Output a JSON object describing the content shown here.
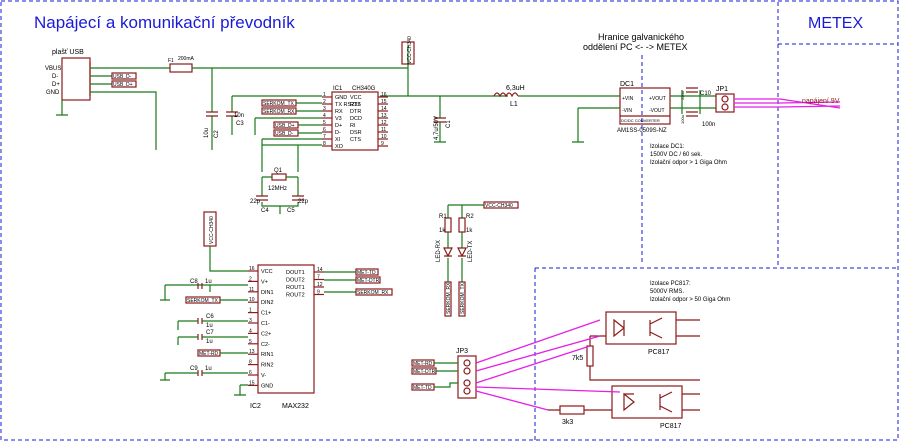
{
  "title": "Napájecí a komunikační převodník",
  "metex": "METEX",
  "boundary": [
    "Hranice galvanického",
    "oddělení PC <- -> METEX"
  ],
  "usb": {
    "label": "plašť USB",
    "pins": [
      "VBUS",
      "D-",
      "D+",
      "GND"
    ],
    "nets": [
      "USB_D-",
      "USB_D+"
    ]
  },
  "fuse": {
    "ref": "F1",
    "value": "200mA"
  },
  "caps": {
    "c2": "10u",
    "c2ref": "C2",
    "c3": "10n",
    "c3ref": "C3",
    "c1": "4,7u/50V",
    "c1ref": "C1",
    "c4": "22p",
    "c4ref": "C4",
    "c5": "22p",
    "c5ref": "C5",
    "c10": "C10",
    "c10v": "100n",
    "c11": "220u",
    "c11b": "100u"
  },
  "ic1": {
    "ref": "IC1",
    "part": "CH340G",
    "vcc_net": "VCC-CH340",
    "left_pins": [
      {
        "n": "1",
        "l": "GND"
      },
      {
        "n": "2",
        "l": "TX RS232"
      },
      {
        "n": "3",
        "l": "RX"
      },
      {
        "n": "4",
        "l": "V3"
      },
      {
        "n": "5",
        "l": "D+"
      },
      {
        "n": "6",
        "l": "D-"
      },
      {
        "n": "7",
        "l": "XI"
      },
      {
        "n": "8",
        "l": "XO"
      }
    ],
    "right_pins": [
      {
        "n": "16",
        "l": "VCC"
      },
      {
        "n": "15",
        "l": "RTS"
      },
      {
        "n": "14",
        "l": "DTR"
      },
      {
        "n": "13",
        "l": "DCD"
      },
      {
        "n": "12",
        "l": "RI"
      },
      {
        "n": "11",
        "l": "DSR"
      },
      {
        "n": "10",
        "l": "CTS"
      },
      {
        "n": "9",
        "l": ""
      }
    ],
    "nets": [
      "SERKOM_TX",
      "SERKOM_RX",
      "USB_D+",
      "USB_D-"
    ]
  },
  "q1": {
    "ref": "Q1",
    "value": "12MHz"
  },
  "l1": {
    "ref": "L1",
    "value": "6,3uH"
  },
  "dc1": {
    "ref": "DC1",
    "pins": [
      "+VIN",
      "+VOUT",
      "-VIN",
      "-VOUT"
    ],
    "desc": "DC/DC CONVERTER",
    "part": "AM1SS-0509S-NZ"
  },
  "jp1": {
    "ref": "JP1",
    "label": "napájení 9V"
  },
  "iso1": [
    "Izolace DC1:",
    "1500V DC / 60 sek.",
    "Izolační odpor > 1 Giga Ohm"
  ],
  "iso2": [
    "Izolace PC817:",
    "5000V RMS.",
    "Izolační odpor > 50 Giga Ohm"
  ],
  "leds": {
    "r1": "R1",
    "r2": "R2",
    "v1": "1k",
    "v2": "1k",
    "led_rx": "LED-RX",
    "led_tx": "LED-TX",
    "net": "VCC-CH340",
    "n1": "SERKOM_RX",
    "n2": "SERKOM_TX"
  },
  "ic2": {
    "ref": "IC2",
    "part": "MAX232",
    "vcc_net": "VCC-CH340",
    "left_pins": [
      {
        "n": "16",
        "l": "VCC"
      },
      {
        "n": "2",
        "l": "V+"
      },
      {
        "n": "11",
        "l": "DIN1"
      },
      {
        "n": "10",
        "l": "DIN2"
      },
      {
        "n": "1",
        "l": "C1+"
      },
      {
        "n": "3",
        "l": "C1-"
      },
      {
        "n": "4",
        "l": "C2+"
      },
      {
        "n": "5",
        "l": "C2-"
      },
      {
        "n": "13",
        "l": "RIN1"
      },
      {
        "n": "8",
        "l": "RIN2"
      },
      {
        "n": "6",
        "l": "V-"
      },
      {
        "n": "15",
        "l": "GND"
      }
    ],
    "right_pins": [
      {
        "n": "14",
        "l": "DOUT1"
      },
      {
        "n": "7",
        "l": "DOUT2"
      },
      {
        "n": "12",
        "l": "ROUT1"
      },
      {
        "n": "9",
        "l": "ROUT2"
      }
    ],
    "caps": [
      "C8",
      "1u",
      "C6",
      "1u",
      "C7",
      "1u",
      "C9",
      "1u"
    ],
    "nets": [
      "SERKOM_TX",
      "MET-RD",
      "MET-TD",
      "MET-DTR",
      "SERKOM_RX"
    ]
  },
  "jp3": {
    "ref": "JP3",
    "nets": [
      "MET-RD",
      "MET-DTR",
      "MET-TD"
    ]
  },
  "opto": {
    "r1": "7k5",
    "r2": "3k3",
    "p1": "PC817",
    "p2": "PC817"
  }
}
